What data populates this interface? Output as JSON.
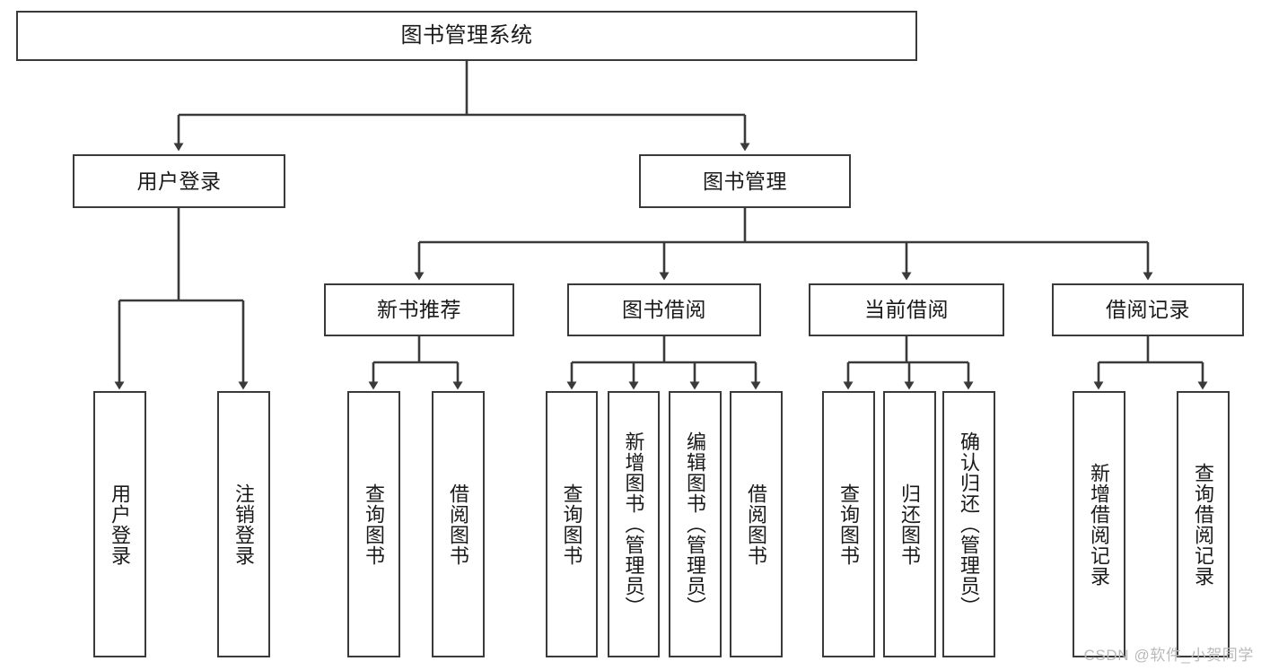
{
  "diagram": {
    "title": "图书管理系统",
    "watermark": "CSDN @软件_小贺同学",
    "nodes": {
      "root": "图书管理系统",
      "level1": [
        "用户登录",
        "图书管理"
      ],
      "level2": [
        "新书推荐",
        "图书借阅",
        "当前借阅",
        "借阅记录"
      ],
      "leaves": {
        "user_login": [
          "用户登录",
          "注销登录"
        ],
        "new_book_recommend": [
          "查询图书",
          "借阅图书"
        ],
        "book_borrow": [
          "查询图书",
          "新增图书（管理员）",
          "编辑图书（管理员）",
          "借阅图书"
        ],
        "current_borrow": [
          "查询图书",
          "归还图书",
          "确认归还（管理员）"
        ],
        "borrow_record": [
          "新增借阅记录",
          "查询借阅记录"
        ]
      }
    },
    "colors": {
      "stroke": "#3a3a3a",
      "fill": "#ffffff",
      "text": "#1a1a1a",
      "watermark": "#b9b9b9"
    }
  }
}
